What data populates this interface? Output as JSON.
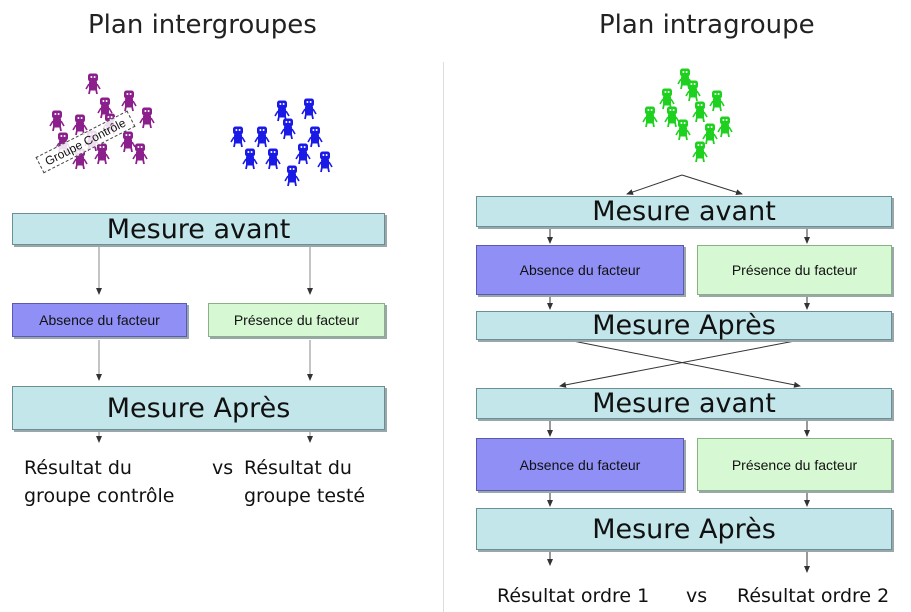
{
  "left": {
    "title": "Plan intergroupes",
    "control_group_label": "Groupe Contrôle",
    "measure_before": "Mesure avant",
    "absence": "Absence du facteur",
    "presence": "Présence du facteur",
    "measure_after": "Mesure Après",
    "result_control_line1": "Résultat du",
    "result_control_line2": "groupe contrôle",
    "vs": "vs",
    "result_tested_line1": "Résultat du",
    "result_tested_line2": "groupe testé",
    "group_colors": {
      "control": "#8b1f8b",
      "tested": "#1a1ae6"
    }
  },
  "right": {
    "title": "Plan intragroupe",
    "measure_before_1": "Mesure avant",
    "absence_1": "Absence du facteur",
    "presence_1": "Présence du facteur",
    "measure_after_1": "Mesure Après",
    "measure_before_2": "Mesure avant",
    "absence_2": "Absence du facteur",
    "presence_2": "Présence du facteur",
    "measure_after_2": "Mesure Après",
    "result_order1": "Résultat ordre 1",
    "vs": "vs",
    "result_order2": "Résultat ordre 2",
    "group_color": "#1fd11f"
  },
  "colors": {
    "measure_box": "#c3e6ea",
    "absence_box": "#8f8ff5",
    "presence_box": "#d6f8d2"
  }
}
